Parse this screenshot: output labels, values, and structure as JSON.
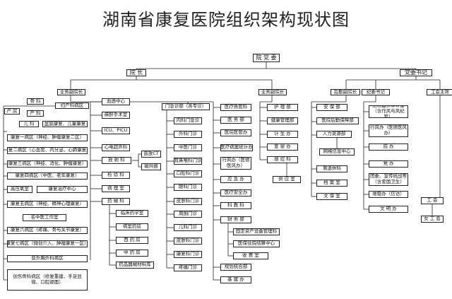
{
  "title": "湖南省康复医院组织架构现状图",
  "top": {
    "party_committee": "院 党 委",
    "president": "院 长",
    "party_secretary": "党委书记"
  },
  "branch_heads": {
    "business_vp_left": "业务副院长",
    "business_vp_mid": "业务副院长",
    "logistics_vp": "后勤副院长",
    "discipline_secretary": "纪委书记",
    "union_chair": "工会主席"
  },
  "clinical_wards": {
    "bone": "骨 科",
    "obstetrics": "产 科",
    "gyn": "妇产科病区",
    "maternity": "产 房",
    "pediatrics": "儿 科",
    "rehab_ped": "盆底康复、儿童康复",
    "rehab1": "康复一病区（神经、肿瘤康复二区）",
    "rehab2": "康复二病区（心血管、内分泌、心肺康复）",
    "rehab3": "康复三病区（神经、消化、肿瘤康复）",
    "rehab4": "康复四病区（中医、老年康复）",
    "hyperbaric": "高压氧室",
    "rehab_center": "康复治疗中心",
    "rehab5": "康复五病区（神经、精神心理康复）",
    "tcm_studio": "名中医工作室",
    "rehab6": "康复六病区（疼痛、骨与关节康复）",
    "rehab7": "康复七病区（微创介入、肿瘤康复一区）",
    "pca_ward": "普外胸外科病区",
    "wound": "创伤骨科病区（修复重建、手足显微、口腔颌面）"
  },
  "medtech": {
    "blood_center": "血透中心",
    "anesthesia": "麻醉手术室",
    "icu": "ICU、PICU",
    "ecg": "心电超声科",
    "radiology": "放 射 科",
    "ct": "普放CT",
    "mri": "磁共振",
    "lab": "检 验 科",
    "pathology": "病 理 室",
    "pharmacy": "药 械 科",
    "clinical_pharm": "临床药学室",
    "inpatient_pharm": "病室药房",
    "west_pharm": "西 药 房",
    "chinese_pharm": "中 药 房",
    "materials": "药品器械材料库"
  },
  "outpatient": [
    "门急诊部（各专诊）",
    "内科门急诊",
    "外科门诊",
    "中医门诊",
    "耳鼻喉科门诊",
    "口腔科门诊",
    "眼科门诊",
    "皮肤科门诊",
    "周围门诊",
    "儿科门诊",
    "皮肤科门诊",
    "康复科门诊",
    "疼痛门诊"
  ],
  "admin_left": {
    "medical_mgmt": "医疗质管科",
    "medical_dept": "医 务 部",
    "quality": "医院医管办",
    "disease_stats": "医疗病案统计办",
    "infection": "行风办（医德医风办）",
    "emergency": "应 急 办",
    "safety": "医疗安全办",
    "education": "科 教 科",
    "finance": "财 务 部",
    "assets": "固定资产设备管理科",
    "insurance": "医保住院结算中心",
    "cashier": "收 费 室",
    "planning": "规划统合部",
    "construction": "基 建 办"
  },
  "nursing": {
    "nursing": "护 理 部",
    "health_mgmt": "健康管理部",
    "family_planning": "计 生 办",
    "prevention": "爱 婴 办",
    "infection_ctrl": "感 控 科",
    "supply": "供 应 室"
  },
  "logistics": {
    "security": "安 保 部",
    "logistics_center": "医院后勤保障部",
    "hr": "人力资源部",
    "it_center": "网络信息中心",
    "rest": "离退休科",
    "archives": "档 案 室",
    "reception": "文 保 室"
  },
  "discipline": {
    "audit": "纪检监察审计室（含作风与风纪管）",
    "style": "行风办（医德医风办）",
    "office": "院 办",
    "party": "党 办",
    "publicity": "团委、宣传统战等（含爱国卫生）",
    "complaint": "维稳办（信访）",
    "culture": "文 明 办"
  },
  "union": {
    "union": "工 会",
    "women": "女 工 会"
  }
}
